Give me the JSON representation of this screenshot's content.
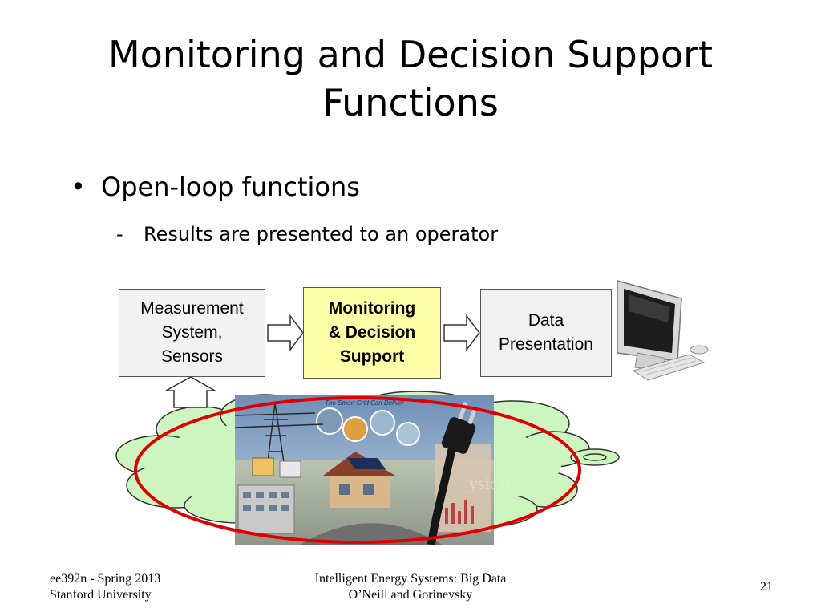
{
  "slide": {
    "title_line1": "Monitoring and Decision Support",
    "title_line2": "Functions",
    "bullet_symbol": "•",
    "bullet_text": "Open-loop functions",
    "sub_dash": "-",
    "sub_text": "Results are presented to an operator"
  },
  "diagram": {
    "box_measurement": [
      "Measurement",
      "System,",
      "Sensors"
    ],
    "box_monitoring": [
      "Monitoring",
      "& Decision",
      "Support"
    ],
    "box_presentation": [
      "Data",
      "Presentation"
    ],
    "photo_caption": "The Smart Grid Can Deliver",
    "physical_label": "ysical"
  },
  "footer": {
    "left_line1": "ee392n - Spring 2013",
    "left_line2": "Stanford University",
    "center_line1": "Intelligent Energy Systems: Big Data",
    "center_line2": "O’Neill and Gorinevsky",
    "page_number": "21"
  },
  "colors": {
    "monitor_box": "#ffffa8",
    "cloud_fill": "#ccf5c0",
    "ellipse_outline": "#e00000"
  },
  "icons": [
    "computer-monitor-icon",
    "keyboard-icon",
    "mouse-icon",
    "arrow-right-icon",
    "arrow-up-icon",
    "power-plug-icon"
  ]
}
